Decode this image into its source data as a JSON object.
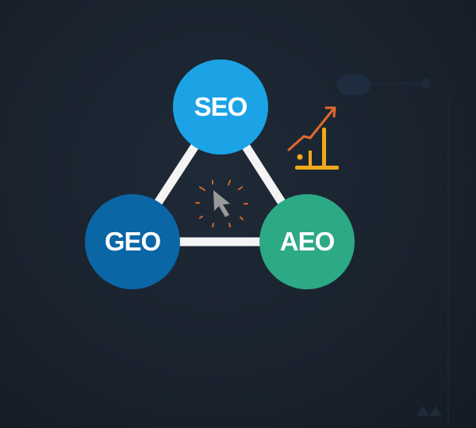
{
  "nodes": {
    "seo": {
      "label": "SEO",
      "color": "#1ba3e6"
    },
    "geo": {
      "label": "GEO",
      "color": "#0b66a5"
    },
    "aeo": {
      "label": "AEO",
      "color": "#2ca985"
    }
  },
  "icons": [
    "growth-chart-icon",
    "cursor-click-icon"
  ]
}
